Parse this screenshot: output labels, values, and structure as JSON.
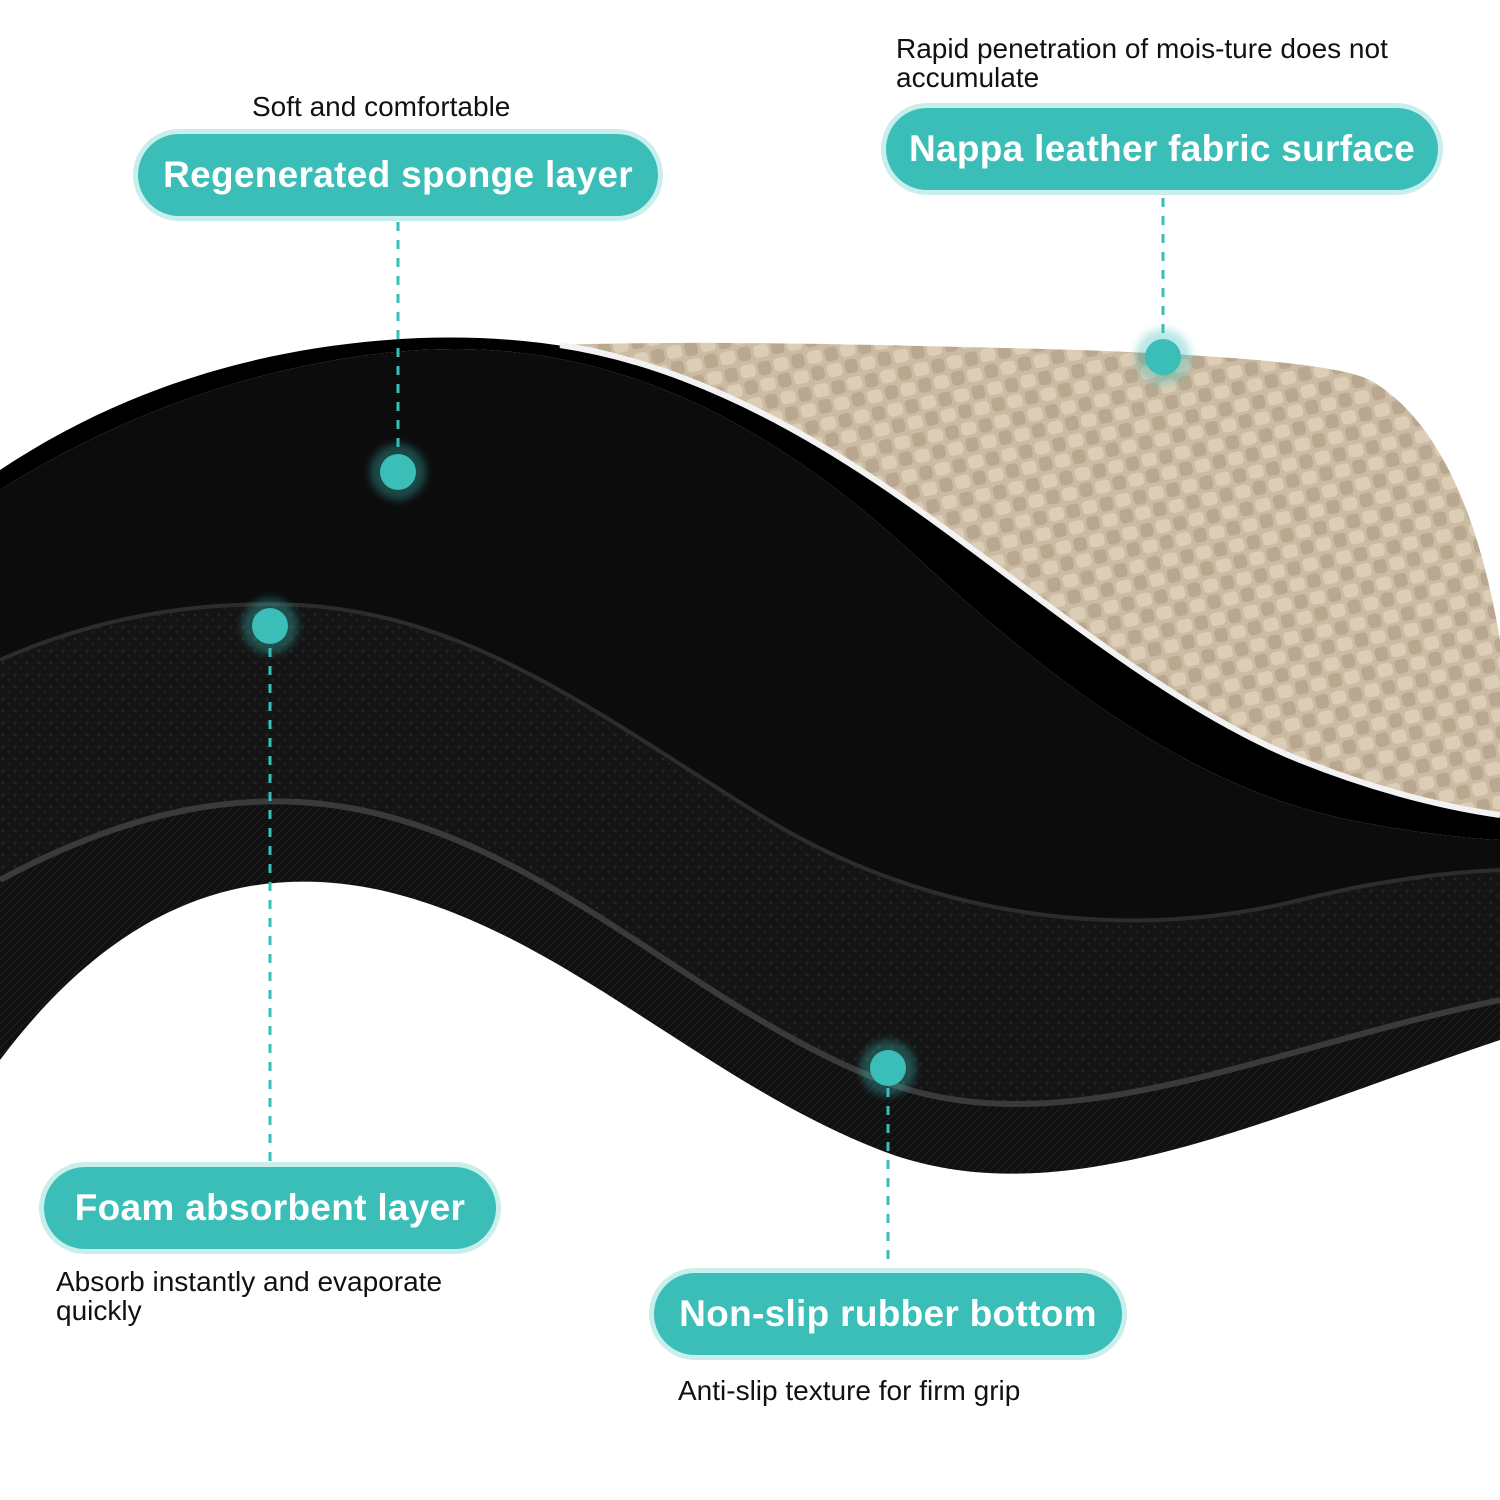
{
  "callouts": {
    "sponge": {
      "label": "Regenerated sponge layer",
      "caption": "Soft and comfortable"
    },
    "nappa": {
      "label": "Nappa leather fabric surface",
      "caption": "Rapid penetration of mois-ture does not accumulate"
    },
    "foam": {
      "label": "Foam absorbent layer",
      "caption": "Absorb instantly and evaporate quickly"
    },
    "rubber": {
      "label": "Non-slip rubber bottom",
      "caption": "Anti-slip texture for firm grip"
    }
  },
  "colors": {
    "accent": "#3bbdb8",
    "accent_halo": "#c9efec",
    "fabric": "#cbbba3",
    "layer_black": "#0c0c0c"
  }
}
